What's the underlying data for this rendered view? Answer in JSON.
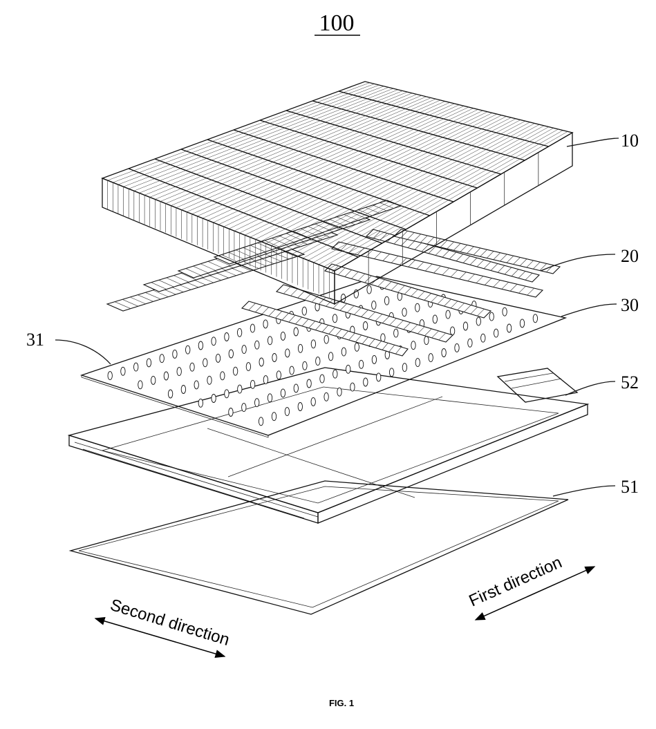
{
  "figure": {
    "assembly_number": "100",
    "caption": "FIG. 1"
  },
  "labels": {
    "battery_module": "10",
    "busbar_strips": "20",
    "plate": "30",
    "plate_slots": "31",
    "frame": "52",
    "bottom_plate": "51"
  },
  "directions": {
    "first": "First direction",
    "second": "Second direction"
  }
}
